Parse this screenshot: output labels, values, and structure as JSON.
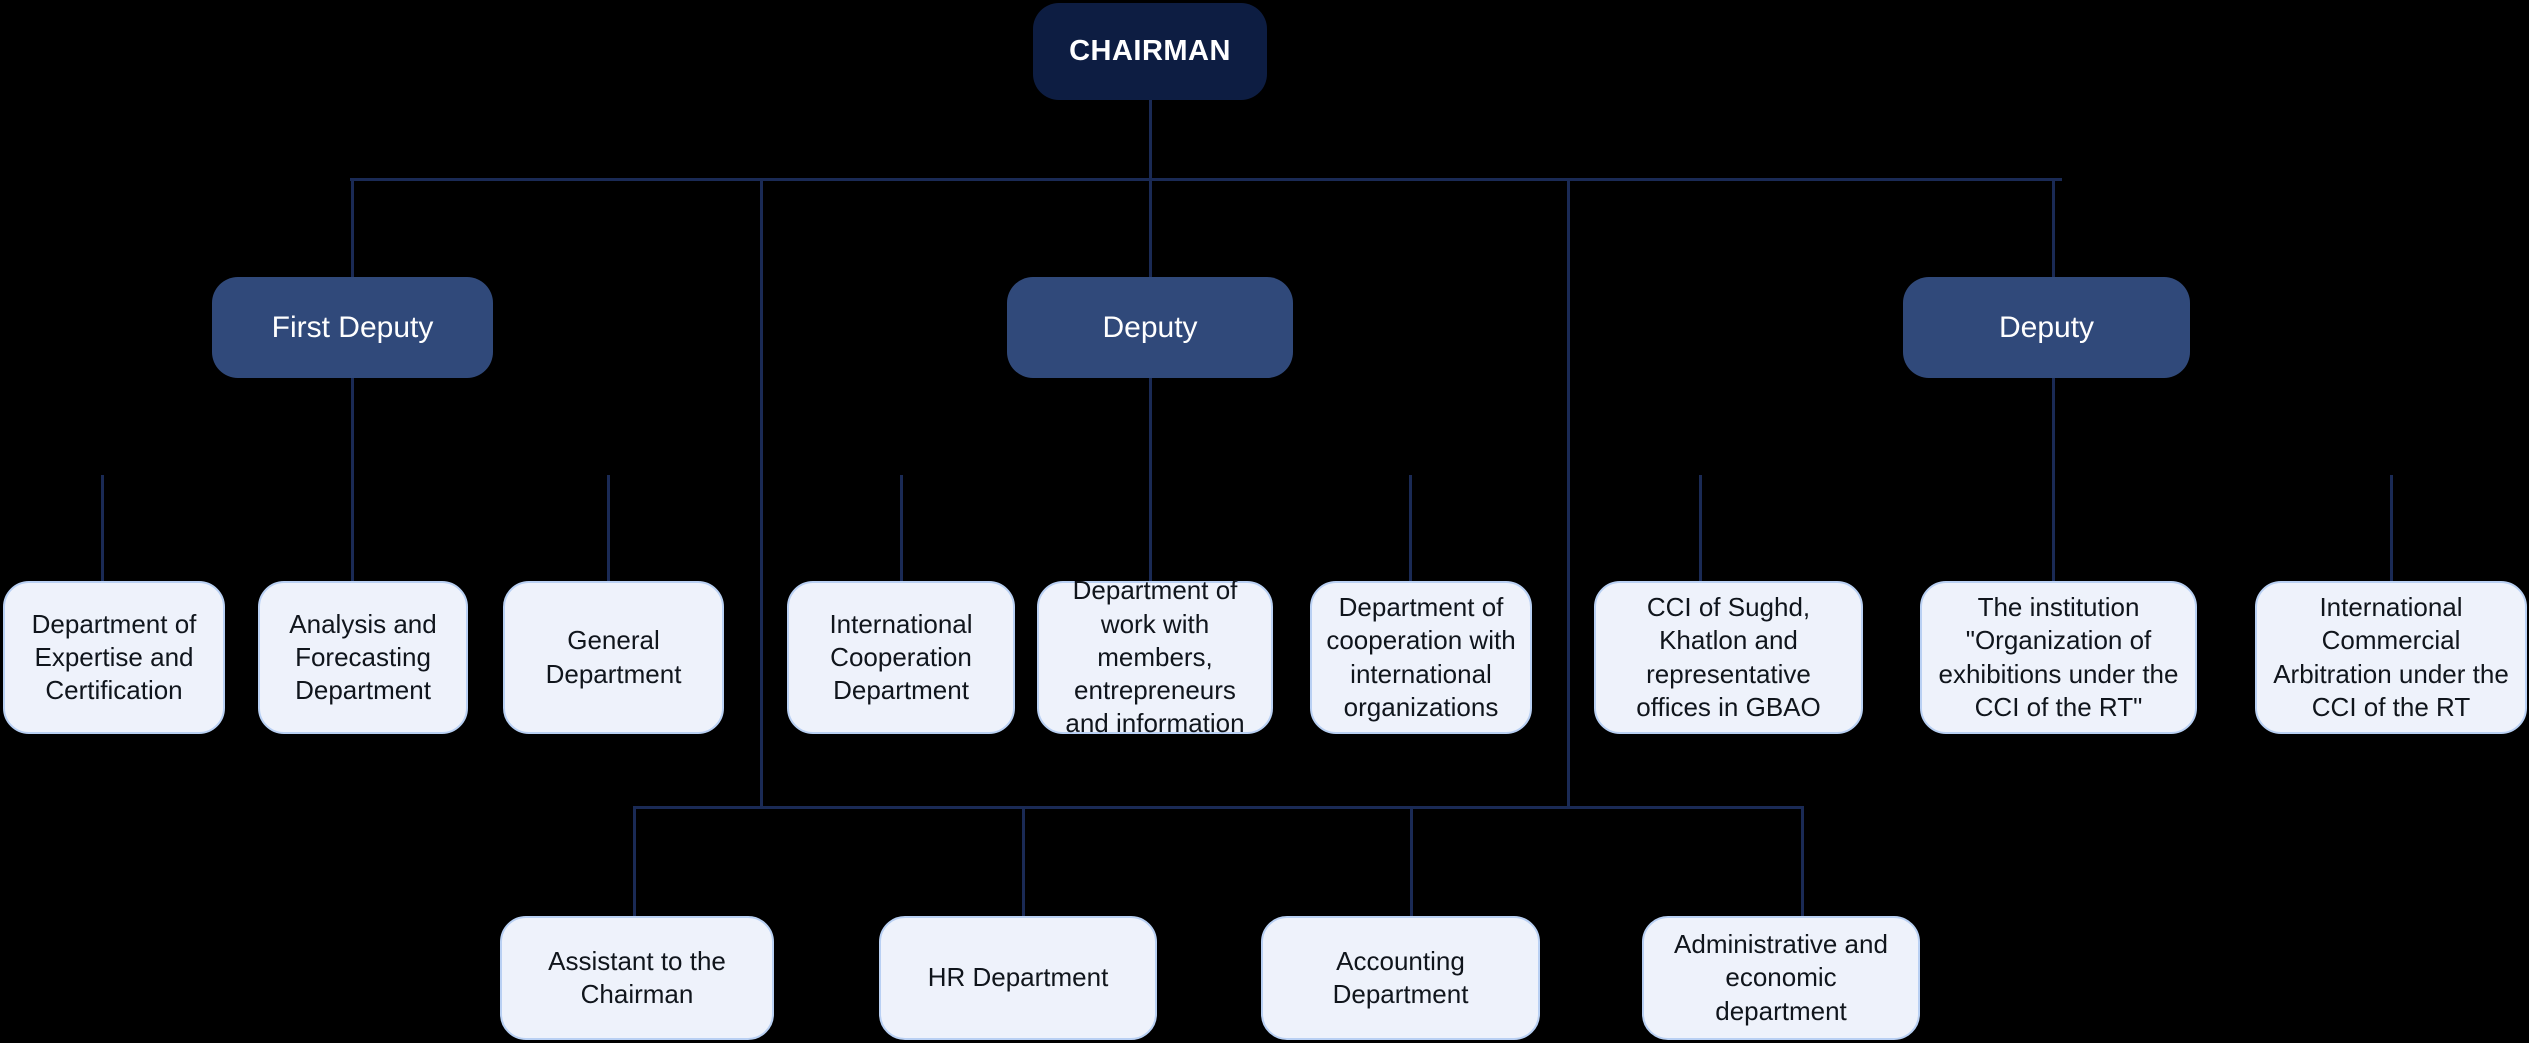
{
  "org": {
    "root": {
      "label": "CHAIRMAN"
    },
    "deputies": [
      {
        "label": "First Deputy"
      },
      {
        "label": "Deputy"
      },
      {
        "label": "Deputy"
      }
    ],
    "departments": [
      {
        "label": "Department of Expertise and Certification"
      },
      {
        "label": "Analysis and Forecasting Department"
      },
      {
        "label": "General Department"
      },
      {
        "label": "International Cooperation Department"
      },
      {
        "label": "Department of work with members, entrepreneurs and information"
      },
      {
        "label": "Department of cooperation with international organizations"
      },
      {
        "label": "CCI of Sughd, Khatlon and representative offices in GBAO"
      },
      {
        "label": "The institution \"Organization of exhibitions under the CCI of the RT\""
      },
      {
        "label": "International Commercial Arbitration under the CCI of the RT"
      }
    ],
    "admin_units": [
      {
        "label": "Assistant to the Chairman"
      },
      {
        "label": "HR Department"
      },
      {
        "label": "Accounting Department"
      },
      {
        "label": "Administrative and economic department"
      }
    ]
  },
  "colors": {
    "canvas_bg": "#000000",
    "chairman_bg": "#0d1d42",
    "deputy_bg": "#30497a",
    "leaf_bg": "#eef2fb",
    "leaf_border": "#b9d0f3",
    "leaf_text": "#10151c",
    "exec_text": "#ffffff",
    "line": "#1a2a55"
  }
}
